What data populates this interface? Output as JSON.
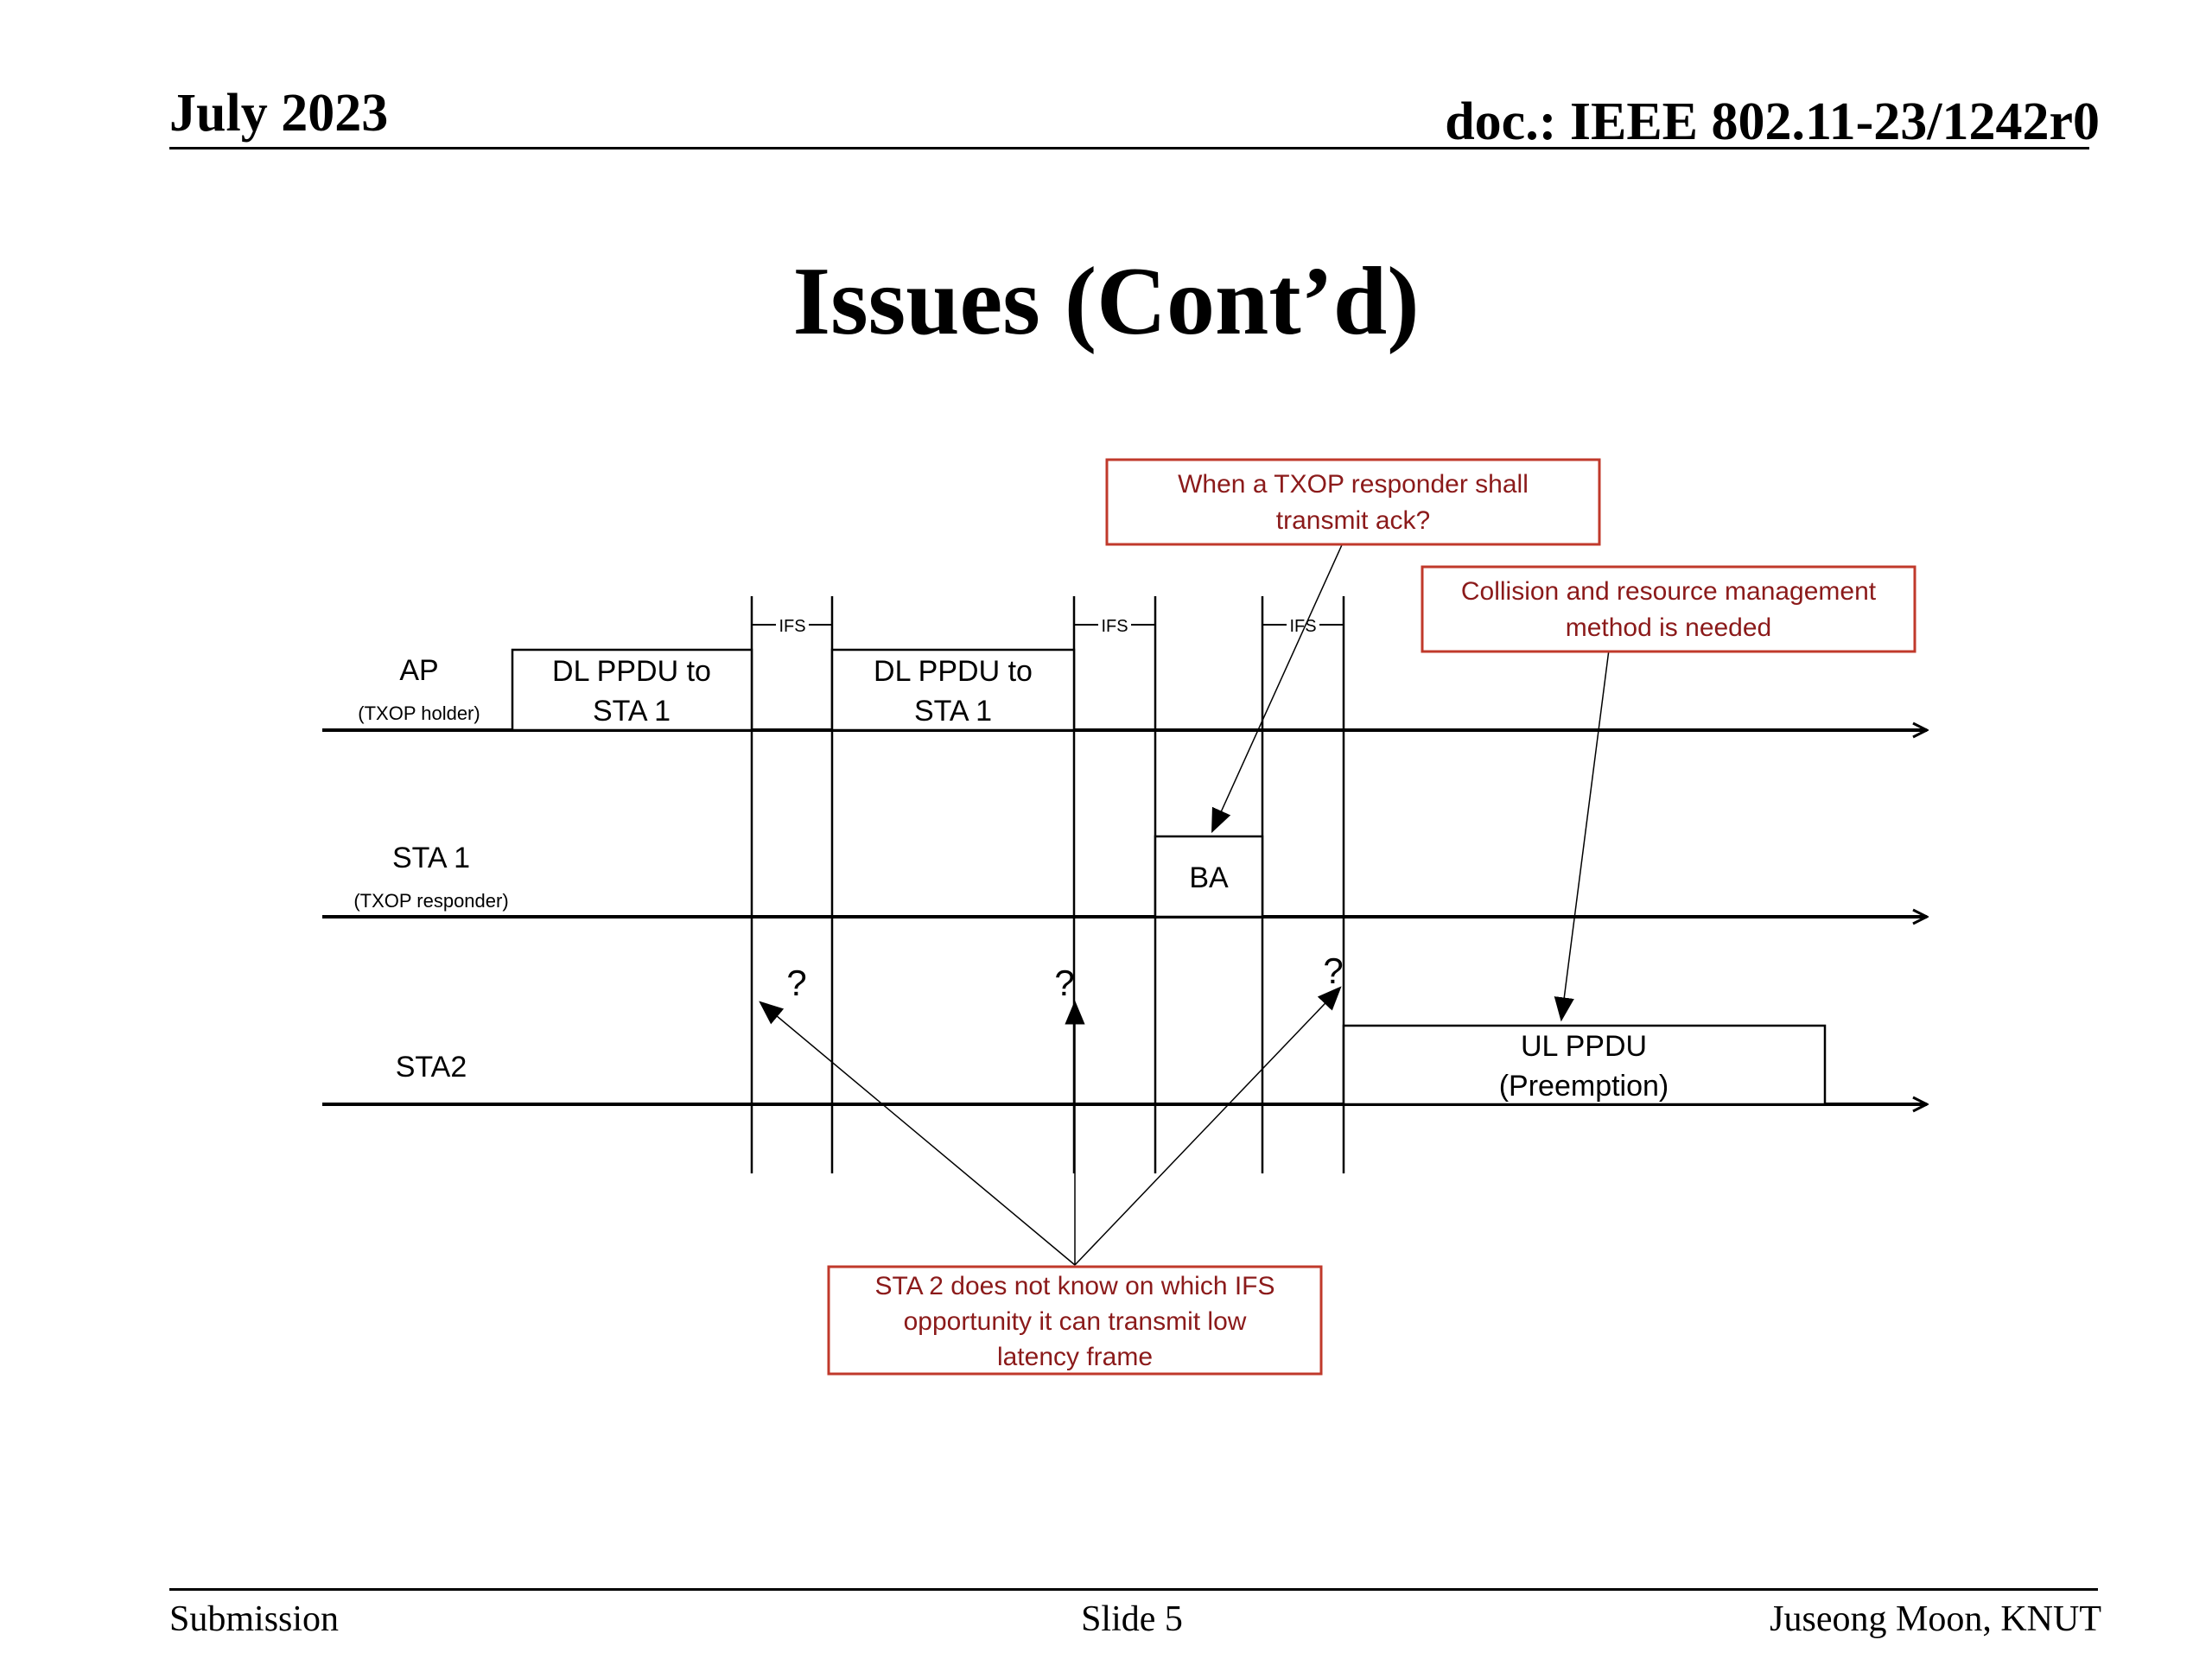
{
  "header": {
    "date": "July 2023",
    "doc": "doc.: IEEE 802.11-23/1242r0"
  },
  "title": "Issues (Cont’d)",
  "footer": {
    "left": "Submission",
    "center": "Slide 5",
    "right": "Juseong Moon, KNUT"
  },
  "diagram": {
    "rows": [
      {
        "name": "AP",
        "role": "(TXOP holder)"
      },
      {
        "name": "STA 1",
        "role": "(TXOP responder)"
      },
      {
        "name": "STA2",
        "role": ""
      }
    ],
    "frames": {
      "dl1": [
        "DL PPDU to",
        "STA 1"
      ],
      "dl2": [
        "DL PPDU to",
        "STA 1"
      ],
      "ba": "BA",
      "ul": [
        "UL PPDU",
        "(Preemption)"
      ]
    },
    "ifs_label": "IFS",
    "question_mark": "?",
    "callouts": {
      "ack": [
        "When a TXOP responder shall",
        "transmit ack?"
      ],
      "collision": [
        "Collision and resource management",
        "method is needed"
      ],
      "ifs": [
        "STA 2 does not know on which IFS",
        "opportunity it can transmit low",
        "latency frame"
      ]
    },
    "callout_color": "#c0392b",
    "callout_text_color": "#8b1a1a"
  }
}
